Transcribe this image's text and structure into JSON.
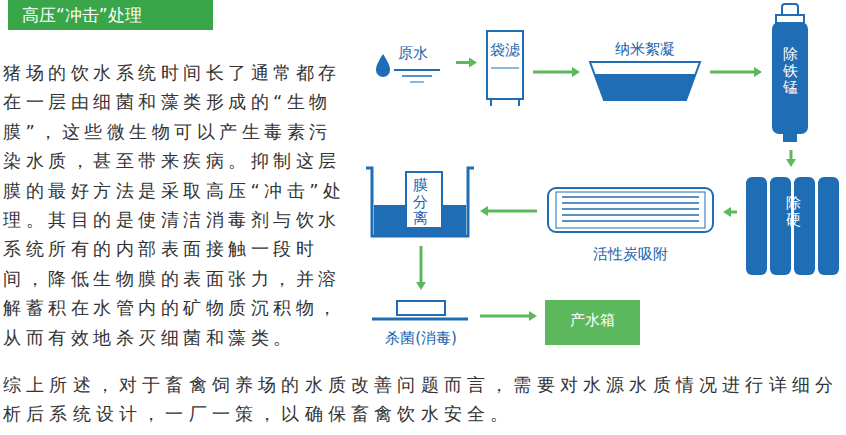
{
  "diagram": {
    "title": "高压“冲击”处理",
    "nodes": [
      {
        "text": [
          "原水"
        ]
      },
      {
        "text": [
          "袋滤"
        ]
      },
      {
        "text": [
          "纳米絮凝"
        ]
      },
      {
        "text": [
          "除铁锰"
        ]
      },
      {
        "text": [
          "除硬"
        ]
      },
      {
        "text": [
          "活性炭吸附"
        ]
      },
      {
        "text": [
          "膜分离"
        ]
      },
      {
        "text": [
          "杀菌(消毒)"
        ]
      },
      {
        "text": [
          "产水箱"
        ]
      }
    ],
    "edges": [
      {
        "from": 0,
        "to": 1,
        "arrow": "to"
      },
      {
        "from": 1,
        "to": 2,
        "arrow": "to"
      },
      {
        "from": 2,
        "to": 3,
        "arrow": "to"
      },
      {
        "from": 3,
        "to": 4,
        "arrow": "to"
      },
      {
        "from": 4,
        "to": 5,
        "arrow": "to"
      },
      {
        "from": 5,
        "to": 6,
        "arrow": "to"
      },
      {
        "from": 6,
        "to": 7,
        "arrow": "to"
      },
      {
        "from": 7,
        "to": 8,
        "arrow": "to"
      }
    ],
    "labels": [
      "猪场的饮水系统时间长了通常都存在一层由细菌和藻类形成的“生物膜”，这些微生物可以产生毒素污染水质，甚至带来疾病。抑制这层膜的最好方法是采取高压“冲击”处理。其目的是使清洁消毒剂与饮水系统所有的内部表面接触一段时间，降低生物膜的表面张力，并溶解蓄积在水管内的矿物质沉积物，从而有效地杀灭细菌和藻类。",
      "综上所述，对于畜禽饲养场的水质改善问题而言，需要对水源水质情况进行详细分析后系统设计，一厂一策，以确保畜禽饮水安全。"
    ]
  }
}
